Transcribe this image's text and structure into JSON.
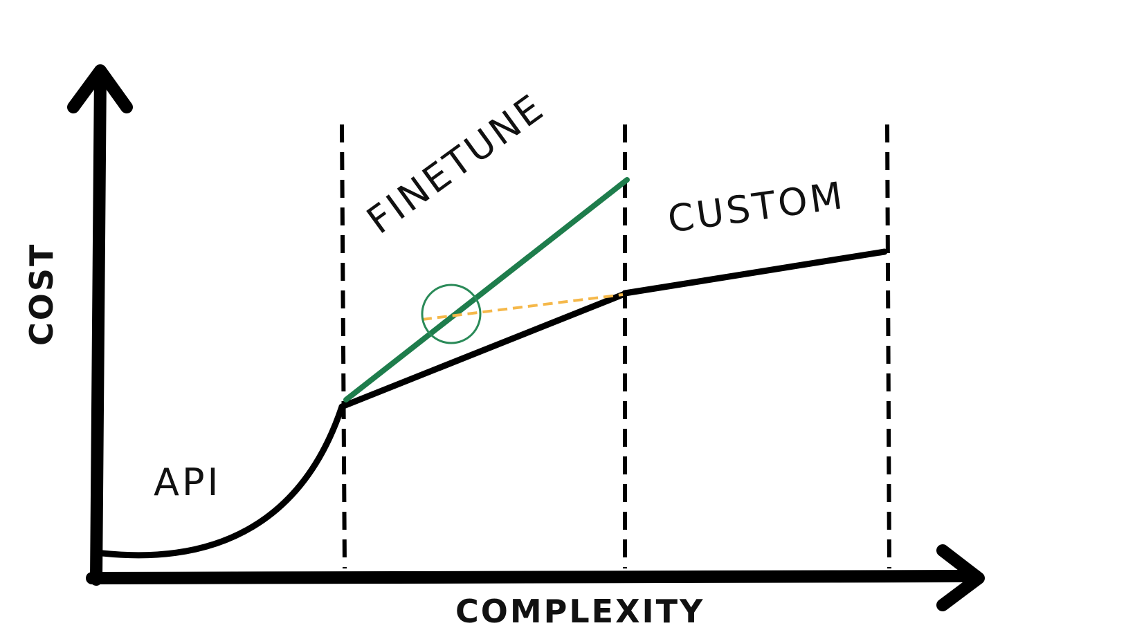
{
  "labels": {
    "y_axis": "COST",
    "x_axis": "COMPLEXITY",
    "regions": {
      "api": "API",
      "finetune": "FINETUNE",
      "custom": "CUSTOM"
    }
  },
  "colors": {
    "ink": "#000000",
    "finetune_line": "#1e7d4c",
    "highlight_circle": "#2a8a58",
    "dashed_connector": "#f5b84a",
    "background": "#ffffff"
  }
}
